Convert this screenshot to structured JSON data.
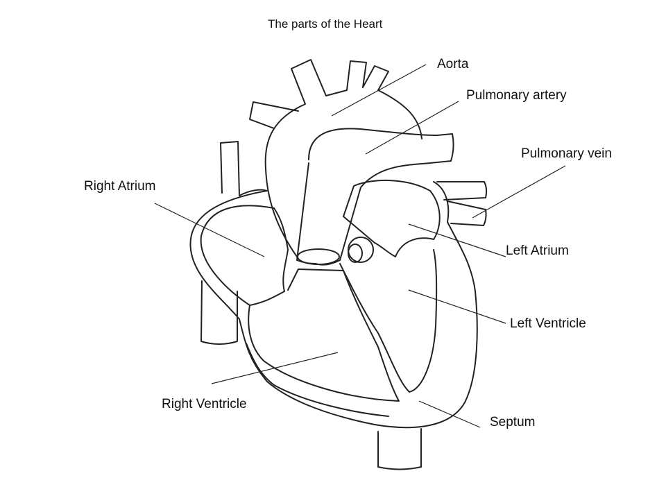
{
  "title": "The parts of the Heart",
  "labels": {
    "aorta": "Aorta",
    "pulmonary_artery": "Pulmonary artery",
    "pulmonary_vein": "Pulmonary vein",
    "right_atrium": "Right Atrium",
    "left_atrium": "Left Atrium",
    "left_ventricle": "Left Ventricle",
    "right_ventricle": "Right Ventricle",
    "septum": "Septum"
  },
  "colors": {
    "line": "#222222",
    "background": "#ffffff"
  }
}
